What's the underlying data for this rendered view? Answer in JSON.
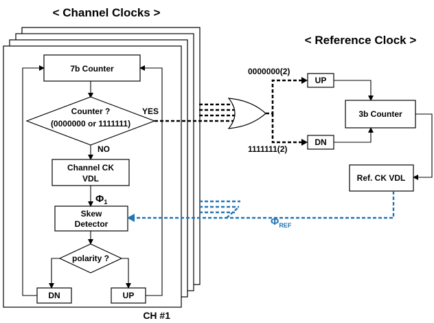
{
  "titles": {
    "channel": "< Channel Clocks >",
    "reference": "< Reference Clock >"
  },
  "channel": {
    "counter": "7b Counter",
    "decision_line1": "Counter ?",
    "decision_line2": "(0000000 or 1111111)",
    "yes": "YES",
    "no": "NO",
    "vdl_line1": "Channel CK",
    "vdl_line2": "VDL",
    "phi": "Φ",
    "phi_sub": "1",
    "skew_line1": "Skew",
    "skew_line2": "Detector",
    "polarity": "polarity ?",
    "dn": "DN",
    "up": "UP",
    "stack_label": "CH #1"
  },
  "reference": {
    "code_zeros": "0000000(2)",
    "code_ones": "1111111(2)",
    "up": "UP",
    "dn": "DN",
    "counter": "3b Counter",
    "vdl": "Ref. CK VDL",
    "phi": "Φ",
    "phi_sub": "REF"
  },
  "colors": {
    "line": "#000000",
    "ref_clock_path": "#1f74b4"
  }
}
